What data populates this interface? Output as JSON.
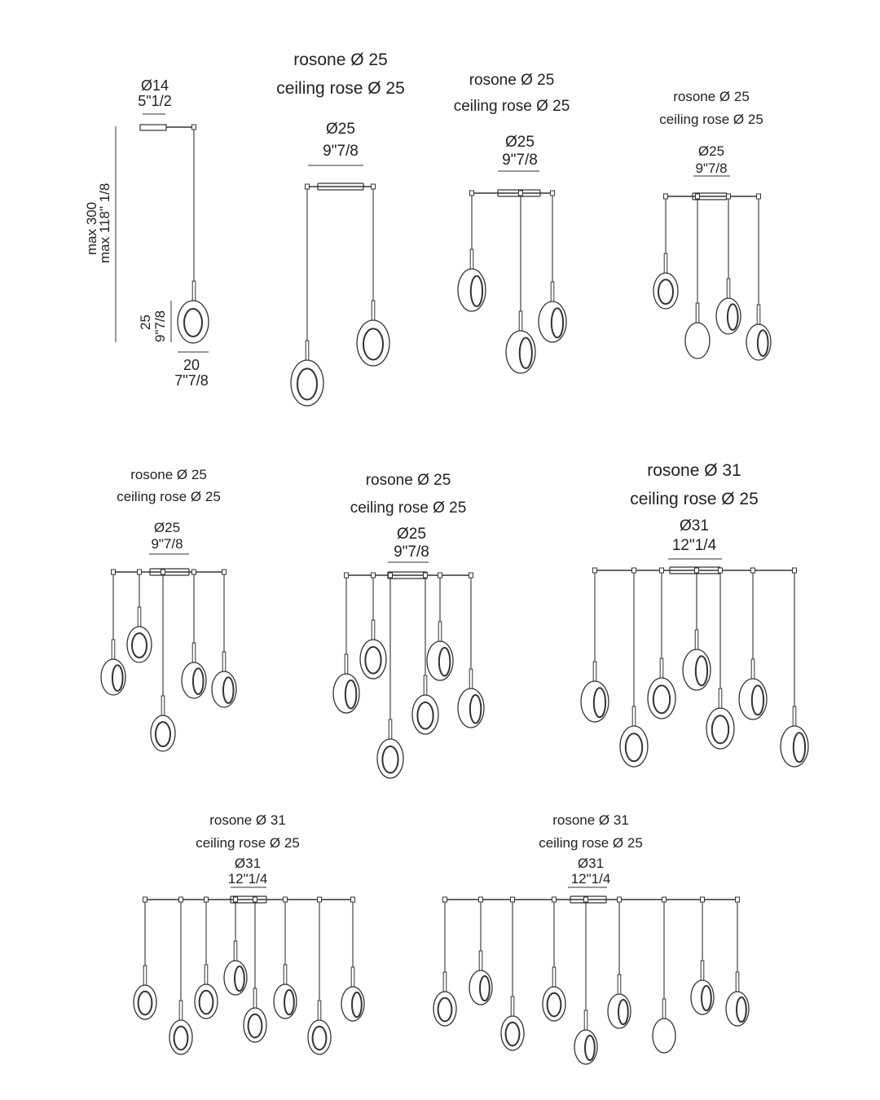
{
  "single": {
    "top_dia_cm": "Ø14",
    "top_dia_in": "5\"1/2",
    "height_cm": "max 300",
    "height_in": "max 118\" 1/8",
    "glass_h_cm": "25",
    "glass_h_in": "9\"7/8",
    "glass_w_cm": "20",
    "glass_w_in": "7\"7/8"
  },
  "configs": [
    {
      "rosone": "rosone Ø 25",
      "ceiling": "ceiling rose Ø 25",
      "dia_cm": "Ø25",
      "dia_in": "9\"7/8"
    },
    {
      "rosone": "rosone Ø 25",
      "ceiling": "ceiling rose Ø 25",
      "dia_cm": "Ø25",
      "dia_in": "9\"7/8"
    },
    {
      "rosone": "rosone Ø 25",
      "ceiling": "ceiling rose Ø 25",
      "dia_cm": "Ø25",
      "dia_in": "9\"7/8"
    },
    {
      "rosone": "rosone Ø 25",
      "ceiling": "ceiling rose Ø 25",
      "dia_cm": "Ø25",
      "dia_in": "9\"7/8"
    },
    {
      "rosone": "rosone Ø 25",
      "ceiling": "ceiling rose Ø 25",
      "dia_cm": "Ø25",
      "dia_in": "9\"7/8"
    },
    {
      "rosone": "rosone Ø 31",
      "ceiling": "ceiling rose Ø 25",
      "dia_cm": "Ø31",
      "dia_in": "12\"1/4"
    },
    {
      "rosone": "rosone Ø 31",
      "ceiling": "ceiling rose Ø 25",
      "dia_cm": "Ø31",
      "dia_in": "12\"1/4"
    },
    {
      "rosone": "rosone Ø 31",
      "ceiling": "ceiling rose Ø 25",
      "dia_cm": "Ø31",
      "dia_in": "12\"1/4"
    }
  ],
  "colors": {
    "line": "#333333"
  }
}
